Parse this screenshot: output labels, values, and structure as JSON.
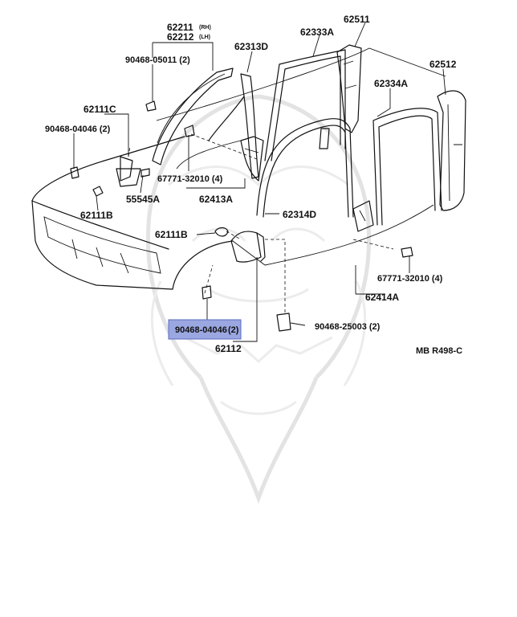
{
  "highlight_color": "#9aa7e0",
  "diagram_code": "MB R498-C",
  "labels": {
    "p62211": "62211",
    "p62211_side": "(RH)",
    "p62212": "62212",
    "p62212_side": "(LH)",
    "p62511": "62511",
    "p62333A": "62333A",
    "p62313D": "62313D",
    "p90468_05011": "90468-05011 (2)",
    "p62512": "62512",
    "p62334A": "62334A",
    "p62111C": "62111C",
    "p90468_04046_top": "90468-04046 (2)",
    "p67771_32010_a": "67771-32010 (4)",
    "p55545A": "55545A",
    "p62413A": "62413A",
    "p62111B_a": "62111B",
    "p62314D": "62314D",
    "p62111B_b": "62111B",
    "p67771_32010_b": "67771-32010 (4)",
    "p62414A": "62414A",
    "p90468_04046_hl": "90468-04046",
    "p90468_04046_hl_qty": "(2)",
    "p90468_25003": "90468-25003 (2)",
    "p62112": "62112"
  }
}
